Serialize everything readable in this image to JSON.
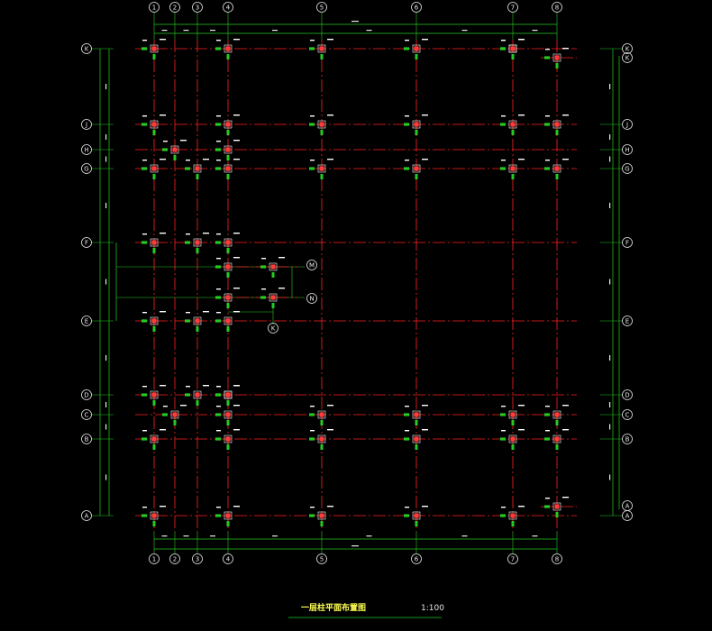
{
  "colors": {
    "background": "#000000",
    "axis_line": "#ff2222",
    "dimension_line": "#22cc22",
    "bubble": "#e8e8e8",
    "column": "#ff3b3b",
    "column_frame": "#ffffff",
    "column_tag_bar": "#22cc22",
    "title": "#ffff55"
  },
  "drawing": {
    "title": "一层柱平面布置图",
    "scale": "1:100"
  },
  "axes": {
    "vertical": [
      "1",
      "2",
      "3",
      "4",
      "5",
      "6",
      "7",
      "8"
    ],
    "horizontal": [
      "A",
      "B",
      "C",
      "D",
      "E",
      "F",
      "G",
      "H",
      "J",
      "K"
    ],
    "sub": [
      "M",
      "N",
      "K",
      "K",
      "A",
      "K"
    ]
  }
}
